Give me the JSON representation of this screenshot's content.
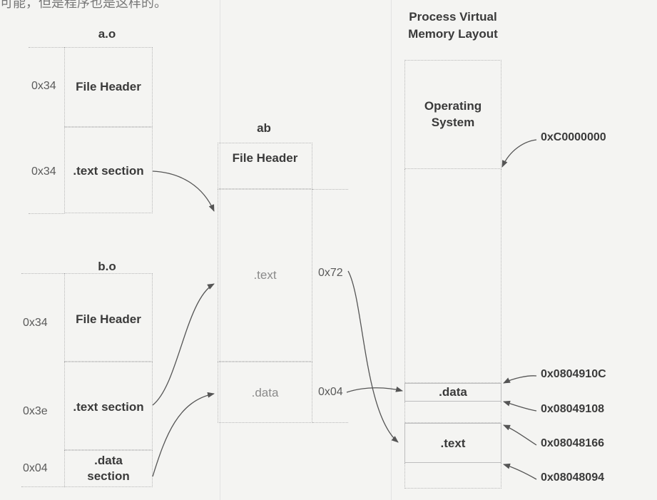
{
  "top_text": "可能，但是程序也是这样的。",
  "ao": {
    "title": "a.o",
    "header_size": "0x34",
    "header_label": "File Header",
    "text_size": "0x34",
    "text_label": ".text section"
  },
  "bo": {
    "title": "b.o",
    "header_size": "0x34",
    "header_label": "File Header",
    "text_size": "0x3e",
    "text_label": ".text section",
    "data_size": "0x04",
    "data_label_line1": ".data",
    "data_label_line2": "section"
  },
  "ab": {
    "title": "ab",
    "header_label": "File Header",
    "text_label": ".text",
    "text_size": "0x72",
    "data_label": ".data",
    "data_size": "0x04"
  },
  "vm": {
    "title_line1": "Process Virtual",
    "title_line2": "Memory Layout",
    "os_line1": "Operating",
    "os_line2": "System",
    "data_label": ".data",
    "text_label": ".text",
    "addr_os": "0xC0000000",
    "addr_data_end": "0x0804910C",
    "addr_data_start": "0x08049108",
    "addr_text_end": "0x08048166",
    "addr_text_start": "0x08048094"
  }
}
